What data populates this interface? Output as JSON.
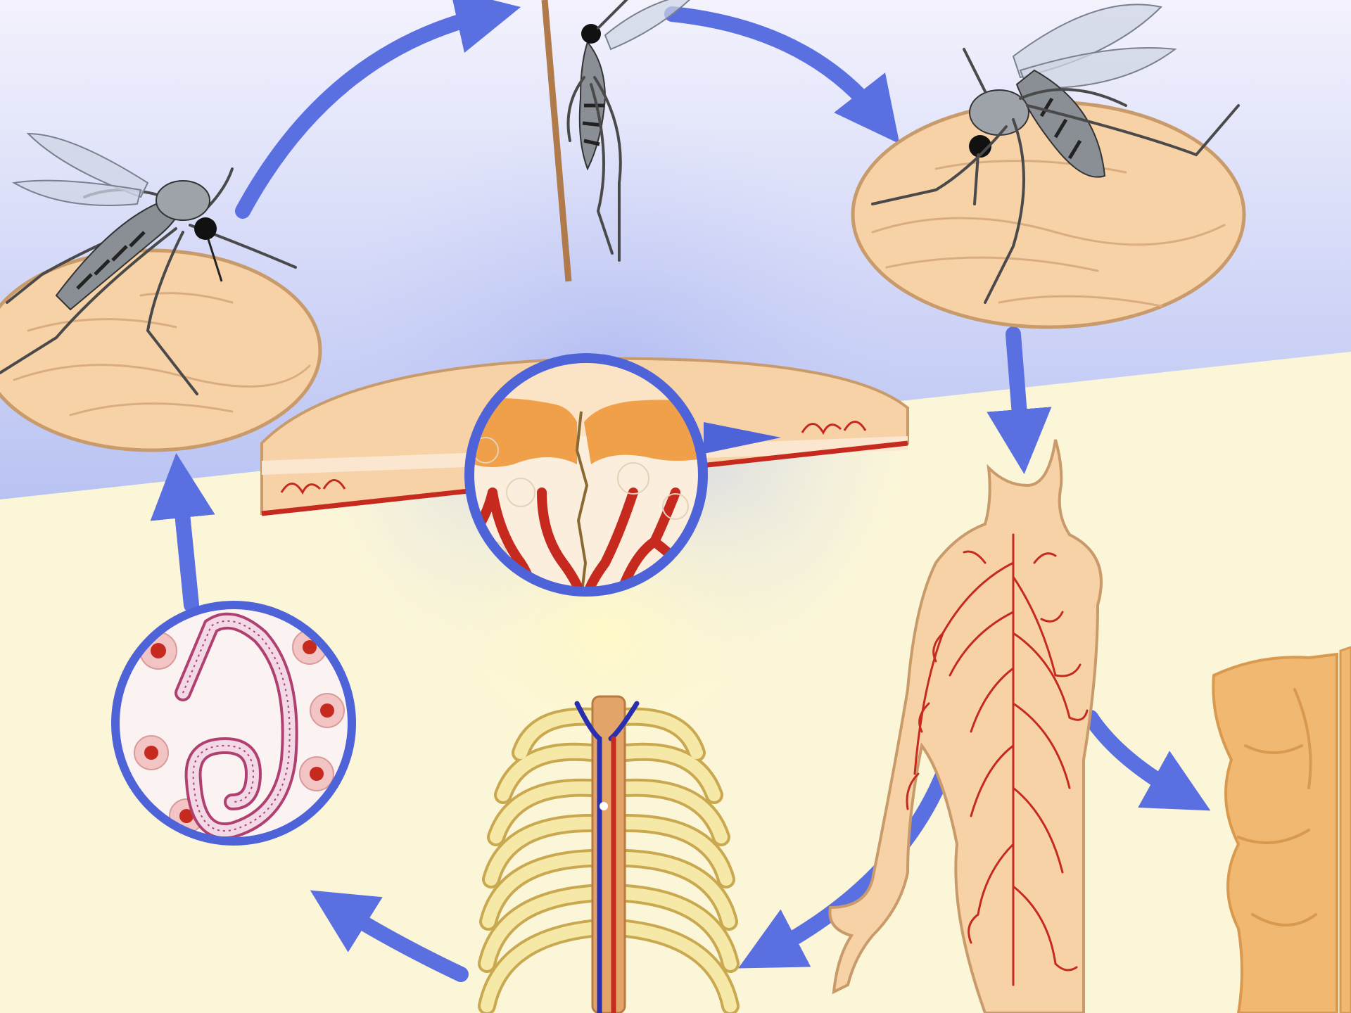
{
  "diagram": {
    "kind": "life-cycle",
    "labels": [],
    "stages": [
      {
        "id": "mosquito-bite-left",
        "icon": "mosquito-on-skin"
      },
      {
        "id": "mosquito-resting",
        "icon": "mosquito-on-stem"
      },
      {
        "id": "mosquito-bite-right",
        "icon": "mosquito-on-skin"
      },
      {
        "id": "skin-penetration",
        "icon": "skin-cross-section-magnified"
      },
      {
        "id": "lymphatic-spread",
        "icon": "human-torso-lymphatics"
      },
      {
        "id": "swollen-leg",
        "icon": "lymphedema-leg"
      },
      {
        "id": "thoracic-duct",
        "icon": "rib-cage-vessels"
      },
      {
        "id": "microfilaria-in-blood",
        "icon": "microfilaria-magnified"
      }
    ],
    "colors": {
      "arrow": "#5a6fe0",
      "sky_top": "#ecebfb",
      "sky_bottom": "#b8c2f2",
      "ground": "#fbf6d8",
      "skin": "#f7d2a6",
      "skin_edge": "#c99a6a",
      "vessel": "#c62a1e",
      "vein": "#2a2fb0",
      "bone": "#f4e59a",
      "lens_ring": "#4e63d8",
      "leg": "#f0b870"
    }
  }
}
